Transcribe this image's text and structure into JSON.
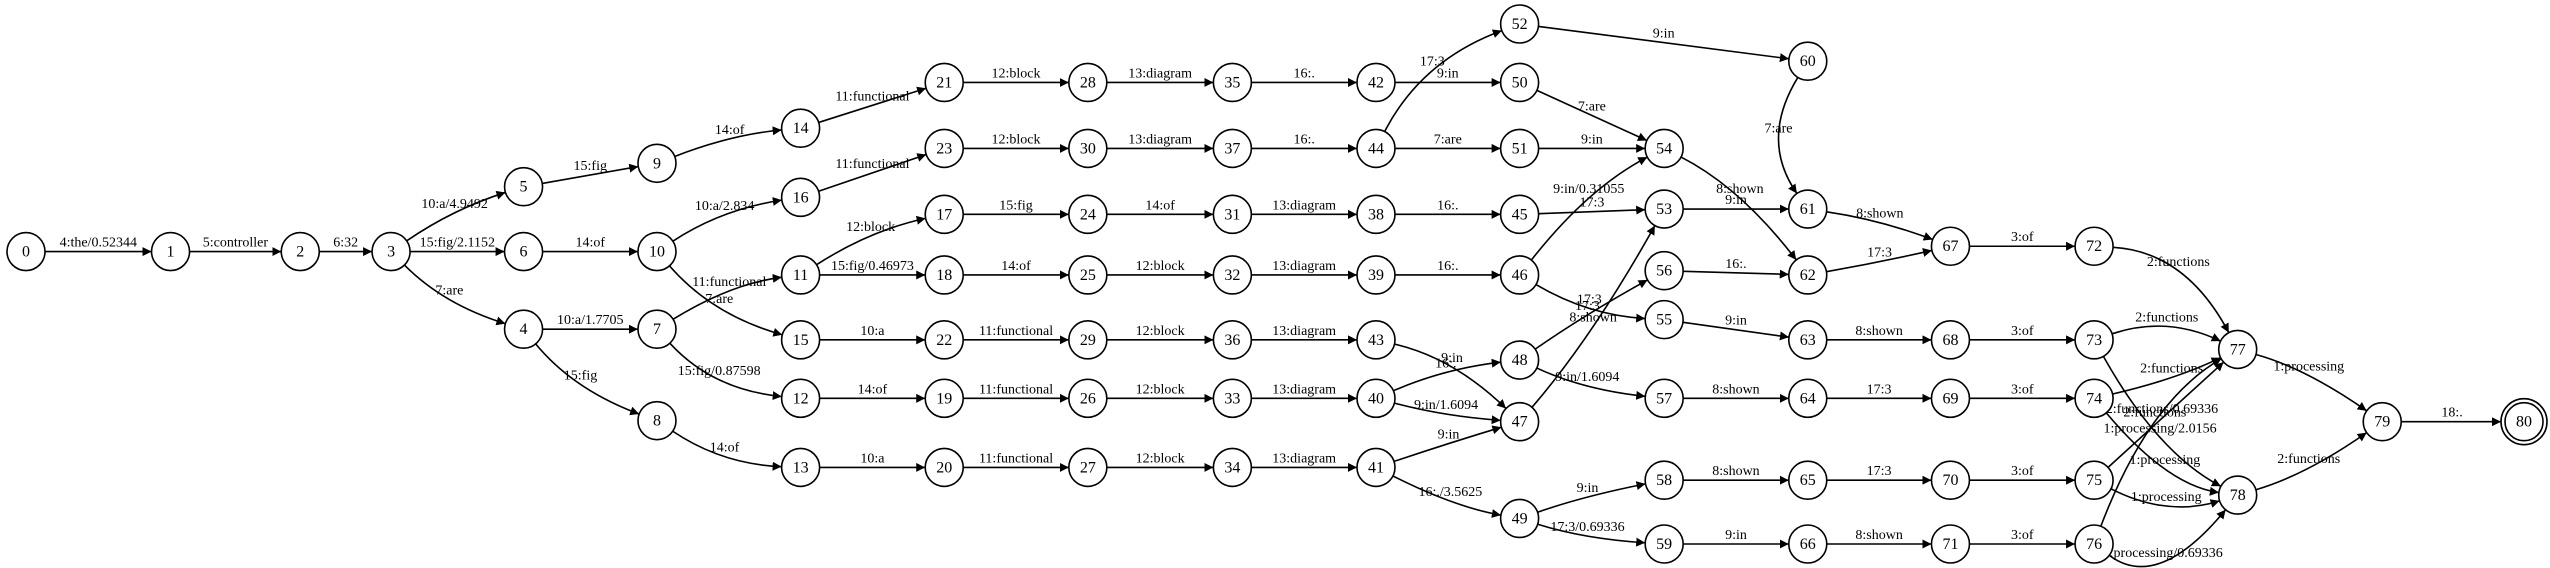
{
  "graph": {
    "start_node": "0",
    "final_node": "80",
    "nodes": [
      "0",
      "1",
      "2",
      "3",
      "4",
      "5",
      "6",
      "7",
      "8",
      "9",
      "10",
      "11",
      "12",
      "13",
      "14",
      "15",
      "16",
      "17",
      "18",
      "19",
      "20",
      "21",
      "22",
      "23",
      "24",
      "25",
      "26",
      "27",
      "28",
      "29",
      "30",
      "31",
      "32",
      "33",
      "34",
      "35",
      "36",
      "37",
      "38",
      "39",
      "40",
      "41",
      "42",
      "43",
      "44",
      "45",
      "46",
      "47",
      "48",
      "49",
      "50",
      "51",
      "52",
      "53",
      "54",
      "55",
      "56",
      "57",
      "58",
      "59",
      "60",
      "61",
      "62",
      "63",
      "64",
      "65",
      "66",
      "67",
      "68",
      "69",
      "70",
      "71",
      "72",
      "73",
      "74",
      "75",
      "76",
      "77",
      "78",
      "79",
      "80"
    ],
    "edges": [
      {
        "from": "0",
        "to": "1",
        "label": "4:the/0.52344"
      },
      {
        "from": "1",
        "to": "2",
        "label": "5:controller"
      },
      {
        "from": "2",
        "to": "3",
        "label": "6:32"
      },
      {
        "from": "3",
        "to": "5",
        "label": "10:a/4.9492"
      },
      {
        "from": "3",
        "to": "6",
        "label": "15:fig/2.1152"
      },
      {
        "from": "3",
        "to": "4",
        "label": "7:are"
      },
      {
        "from": "4",
        "to": "7",
        "label": "10:a/1.7705"
      },
      {
        "from": "4",
        "to": "8",
        "label": "15:fig"
      },
      {
        "from": "5",
        "to": "9",
        "label": "15:fig"
      },
      {
        "from": "6",
        "to": "10",
        "label": "14:of"
      },
      {
        "from": "7",
        "to": "11",
        "label": "11:functional"
      },
      {
        "from": "7",
        "to": "12",
        "label": "15:fig/0.87598"
      },
      {
        "from": "8",
        "to": "13",
        "label": "14:of"
      },
      {
        "from": "9",
        "to": "14",
        "label": "14:of"
      },
      {
        "from": "10",
        "to": "16",
        "label": "10:a/2.834"
      },
      {
        "from": "10",
        "to": "15",
        "label": "7:are"
      },
      {
        "from": "11",
        "to": "17",
        "label": "12:block"
      },
      {
        "from": "11",
        "to": "18",
        "label": "15:fig/0.46973"
      },
      {
        "from": "12",
        "to": "19",
        "label": "14:of"
      },
      {
        "from": "13",
        "to": "20",
        "label": "10:a"
      },
      {
        "from": "14",
        "to": "21",
        "label": "11:functional"
      },
      {
        "from": "15",
        "to": "22",
        "label": "10:a"
      },
      {
        "from": "16",
        "to": "23",
        "label": "11:functional"
      },
      {
        "from": "17",
        "to": "24",
        "label": "15:fig"
      },
      {
        "from": "18",
        "to": "25",
        "label": "14:of"
      },
      {
        "from": "19",
        "to": "26",
        "label": "11:functional"
      },
      {
        "from": "20",
        "to": "27",
        "label": "11:functional"
      },
      {
        "from": "21",
        "to": "28",
        "label": "12:block"
      },
      {
        "from": "22",
        "to": "29",
        "label": "11:functional"
      },
      {
        "from": "23",
        "to": "30",
        "label": "12:block"
      },
      {
        "from": "24",
        "to": "31",
        "label": "14:of"
      },
      {
        "from": "25",
        "to": "32",
        "label": "12:block"
      },
      {
        "from": "26",
        "to": "33",
        "label": "12:block"
      },
      {
        "from": "27",
        "to": "34",
        "label": "12:block"
      },
      {
        "from": "28",
        "to": "35",
        "label": "13:diagram"
      },
      {
        "from": "29",
        "to": "36",
        "label": "12:block"
      },
      {
        "from": "30",
        "to": "37",
        "label": "13:diagram"
      },
      {
        "from": "31",
        "to": "38",
        "label": "13:diagram"
      },
      {
        "from": "32",
        "to": "39",
        "label": "13:diagram"
      },
      {
        "from": "33",
        "to": "40",
        "label": "13:diagram"
      },
      {
        "from": "34",
        "to": "41",
        "label": "13:diagram"
      },
      {
        "from": "35",
        "to": "42",
        "label": "16:."
      },
      {
        "from": "36",
        "to": "43",
        "label": "13:diagram"
      },
      {
        "from": "37",
        "to": "44",
        "label": "16:."
      },
      {
        "from": "38",
        "to": "45",
        "label": "16:."
      },
      {
        "from": "39",
        "to": "46",
        "label": "16:."
      },
      {
        "from": "40",
        "to": "48",
        "label": "16:."
      },
      {
        "from": "40",
        "to": "47",
        "label": "9:in/1.6094"
      },
      {
        "from": "41",
        "to": "47",
        "label": "9:in"
      },
      {
        "from": "41",
        "to": "49",
        "label": "16:./3.5625"
      },
      {
        "from": "42",
        "to": "50",
        "label": "9:in"
      },
      {
        "from": "43",
        "to": "47",
        "label": "9:in"
      },
      {
        "from": "44",
        "to": "52",
        "label": "17:3"
      },
      {
        "from": "44",
        "to": "51",
        "label": "7:are"
      },
      {
        "from": "45",
        "to": "53",
        "label": "17:3"
      },
      {
        "from": "46",
        "to": "54",
        "label": "9:in/0.31055"
      },
      {
        "from": "46",
        "to": "55",
        "label": "17:3"
      },
      {
        "from": "47",
        "to": "53",
        "label": "8:shown"
      },
      {
        "from": "48",
        "to": "56",
        "label": "17:3"
      },
      {
        "from": "48",
        "to": "57",
        "label": "9:in/1.6094"
      },
      {
        "from": "49",
        "to": "58",
        "label": "9:in"
      },
      {
        "from": "49",
        "to": "59",
        "label": "17:3/0.69336"
      },
      {
        "from": "50",
        "to": "54",
        "label": "7:are"
      },
      {
        "from": "51",
        "to": "54",
        "label": "9:in"
      },
      {
        "from": "52",
        "to": "60",
        "label": "9:in"
      },
      {
        "from": "53",
        "to": "61",
        "label": "9:in"
      },
      {
        "from": "54",
        "to": "62",
        "label": "8:shown"
      },
      {
        "from": "55",
        "to": "63",
        "label": "9:in"
      },
      {
        "from": "56",
        "to": "62",
        "label": "16:."
      },
      {
        "from": "57",
        "to": "64",
        "label": "8:shown"
      },
      {
        "from": "58",
        "to": "65",
        "label": "8:shown"
      },
      {
        "from": "59",
        "to": "66",
        "label": "9:in"
      },
      {
        "from": "60",
        "to": "61",
        "label": "7:are"
      },
      {
        "from": "61",
        "to": "67",
        "label": "8:shown"
      },
      {
        "from": "62",
        "to": "67",
        "label": "17:3"
      },
      {
        "from": "63",
        "to": "68",
        "label": "8:shown"
      },
      {
        "from": "64",
        "to": "69",
        "label": "17:3"
      },
      {
        "from": "65",
        "to": "70",
        "label": "17:3"
      },
      {
        "from": "66",
        "to": "71",
        "label": "8:shown"
      },
      {
        "from": "67",
        "to": "72",
        "label": "3:of"
      },
      {
        "from": "68",
        "to": "73",
        "label": "3:of"
      },
      {
        "from": "69",
        "to": "74",
        "label": "3:of"
      },
      {
        "from": "70",
        "to": "75",
        "label": "3:of"
      },
      {
        "from": "71",
        "to": "76",
        "label": "3:of"
      },
      {
        "from": "72",
        "to": "77",
        "label": "2:functions"
      },
      {
        "from": "73",
        "to": "77",
        "label": "2:functions"
      },
      {
        "from": "73",
        "to": "78",
        "label": "1:processing/2.0156"
      },
      {
        "from": "74",
        "to": "77",
        "label": "2:functions"
      },
      {
        "from": "74",
        "to": "78",
        "label": "1:processing"
      },
      {
        "from": "75",
        "to": "77",
        "label": "2:functions/0.69336"
      },
      {
        "from": "75",
        "to": "78",
        "label": "1:processing"
      },
      {
        "from": "76",
        "to": "77",
        "label": "2:functions"
      },
      {
        "from": "76",
        "to": "78",
        "label": "1:processing/0.69336"
      },
      {
        "from": "77",
        "to": "79",
        "label": "1:processing"
      },
      {
        "from": "78",
        "to": "79",
        "label": "2:functions"
      },
      {
        "from": "79",
        "to": "80",
        "label": "18:."
      }
    ]
  }
}
